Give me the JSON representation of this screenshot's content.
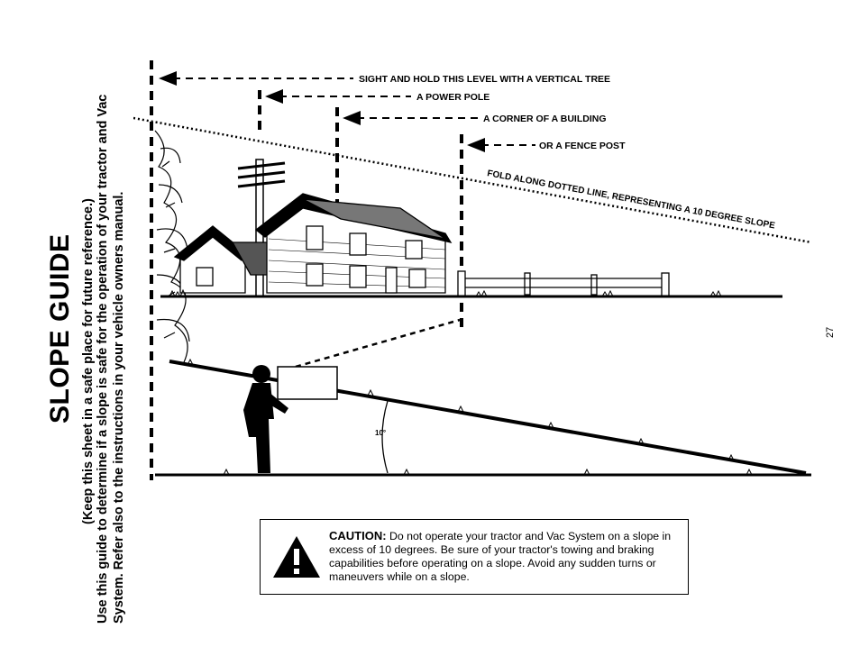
{
  "side": {
    "title": "SLOPE GUIDE",
    "note": "(Keep this sheet in a safe place for future reference.)",
    "line1": "Use this guide to determine if a slope is safe for the operation of your tractor and Vac",
    "line2": "System. Refer also to the instructions in your vehicle owners manual."
  },
  "illustration": {
    "label_tree": "SIGHT AND HOLD THIS LEVEL WITH A VERTICAL TREE",
    "label_pole": "A POWER POLE",
    "label_building": "A CORNER OF A BUILDING",
    "label_fence": "OR A FENCE POST",
    "label_fold": "FOLD ALONG DOTTED LINE, REPRESENTING A 10 DEGREE SLOPE",
    "angle_label": "10°"
  },
  "caution": {
    "heading": "CAUTION:",
    "body": " Do not operate your tractor and Vac System on a slope in excess of 10 degrees. Be sure of your tractor's towing and braking capabilities before operating on a slope. Avoid any sudden turns or maneuvers while on a slope."
  },
  "page_number": "27"
}
